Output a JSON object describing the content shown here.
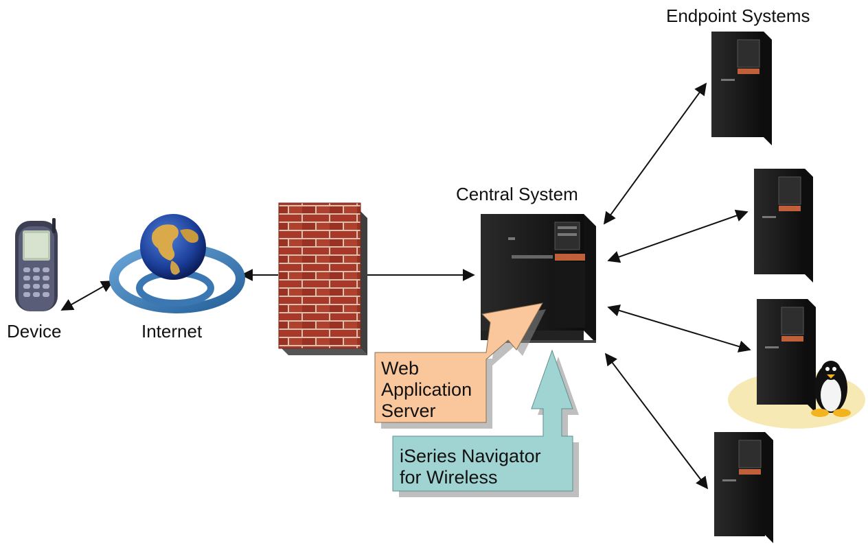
{
  "labels": {
    "device": "Device",
    "internet": "Internet",
    "central_system": "Central System",
    "endpoint_systems": "Endpoint Systems"
  },
  "callouts": {
    "web_app_server": [
      "Web",
      "Application",
      "Server"
    ],
    "navigator": [
      "iSeries Navigator",
      "for Wireless"
    ]
  },
  "colors": {
    "web_callout": "#f9c79b",
    "navigator_callout": "#9fd4d2",
    "brick": "#a8392a",
    "server_body": "#1c1c1c",
    "linux_halo": "#f7e9b4"
  },
  "icons": [
    "phone-icon",
    "globe-icon",
    "firewall-icon",
    "server-icon",
    "linux-penguin-icon"
  ]
}
